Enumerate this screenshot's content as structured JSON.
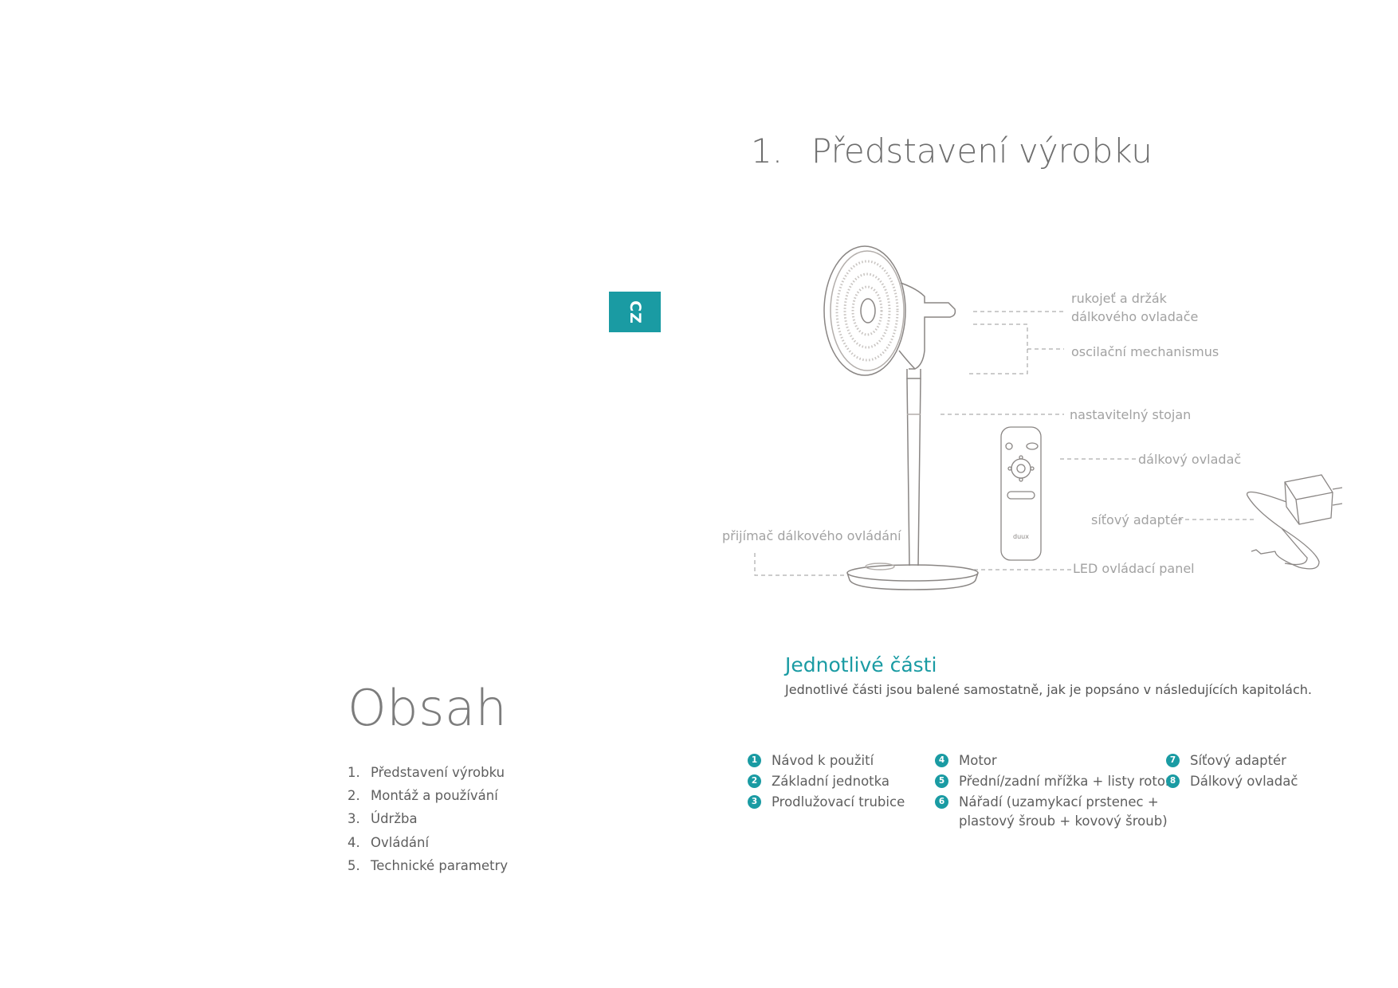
{
  "toc": {
    "title": "Obsah",
    "items": [
      {
        "num": "1.",
        "label": "Představení výrobku"
      },
      {
        "num": "2.",
        "label": "Montáž a používání"
      },
      {
        "num": "3.",
        "label": "Údržba"
      },
      {
        "num": "4.",
        "label": "Ovládání"
      },
      {
        "num": "5.",
        "label": "Technické parametry"
      }
    ]
  },
  "language_tag": "CZ",
  "section": {
    "number": "1.",
    "title": "Představení výrobku"
  },
  "figure": {
    "labels": {
      "handle_1": "rukojeť a držák",
      "handle_2": "dálkového ovladače",
      "oscillation": "oscilační mechanismus",
      "stand": "nastavitelný stojan",
      "remote": "dálkový ovladač",
      "adapter": "síťový adaptér",
      "receiver": "přijímač dálkového ovládání",
      "led_panel": "LED ovládací panel"
    },
    "remote_brand": "duux"
  },
  "parts": {
    "title": "Jednotlivé části",
    "description": "Jednotlivé části jsou balené samostatně, jak je popsáno v následujících kapitolách.",
    "items": [
      {
        "num": "1",
        "label": "Návod k použití"
      },
      {
        "num": "2",
        "label": "Základní jednotka"
      },
      {
        "num": "3",
        "label": "Prodlužovací trubice"
      },
      {
        "num": "4",
        "label": "Motor"
      },
      {
        "num": "5",
        "label": "Přední/zadní mřížka + listy rotoru"
      },
      {
        "num": "6",
        "label": "Nářadí (uzamykací prstenec +",
        "label2": "plastový šroub + kovový šroub)"
      },
      {
        "num": "7",
        "label": "Síťový adaptér"
      },
      {
        "num": "8",
        "label": "Dálkový ovladač"
      }
    ]
  },
  "colors": {
    "accent": "#1a9ba3",
    "text": "#5a5a5a",
    "label": "#a2a2a2"
  }
}
